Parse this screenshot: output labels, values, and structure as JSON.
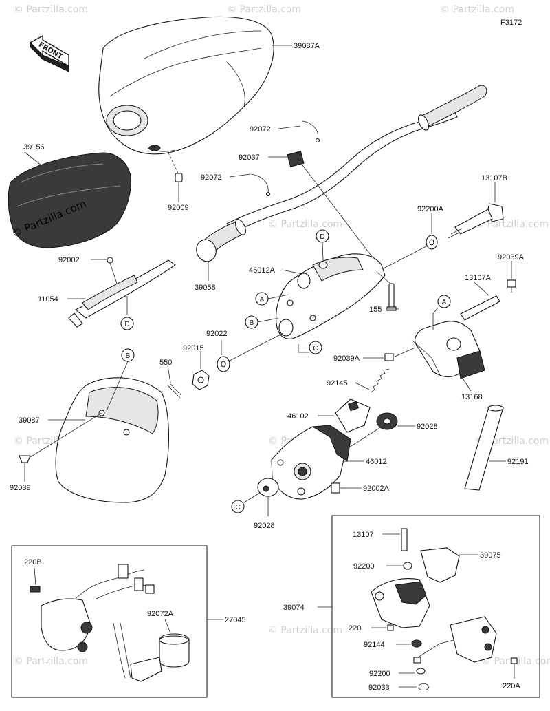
{
  "figure_code": "F3172",
  "front_arrow_label": "FRONT",
  "watermark": "© Partzilla.com",
  "watermark_faint": "© Partzilla.com",
  "callouts": {
    "A": "A",
    "B": "B",
    "C": "C",
    "D": "D"
  },
  "part_numbers": {
    "p39087A": "39087A",
    "p39156": "39156",
    "p92009": "92009",
    "p92072_top": "92072",
    "p92037": "92037",
    "p92072_mid": "92072",
    "p13107B": "13107B",
    "p92200A": "92200A",
    "p92039A_top": "92039A",
    "p92002": "92002",
    "p11054": "11054",
    "p39058": "39058",
    "p46012A": "46012A",
    "p155": "155",
    "p13107A": "13107A",
    "p92022": "92022",
    "p92015": "92015",
    "p550": "550",
    "p92039A_mid": "92039A",
    "p13168": "13168",
    "p92145": "92145",
    "p39087": "39087",
    "p46102": "46102",
    "p92028_r": "92028",
    "p46012": "46012",
    "p92191": "92191",
    "p92039": "92039",
    "p92002A": "92002A",
    "p92028_b": "92028"
  },
  "inset_left": {
    "p220B": "220B",
    "p92072A": "92072A",
    "p27045": "27045"
  },
  "inset_right": {
    "p13107": "13107",
    "p39075": "39075",
    "p92200_a": "92200",
    "p39074": "39074",
    "p220": "220",
    "p92144": "92144",
    "p92200_b": "92200",
    "p92033": "92033",
    "p220A": "220A"
  }
}
